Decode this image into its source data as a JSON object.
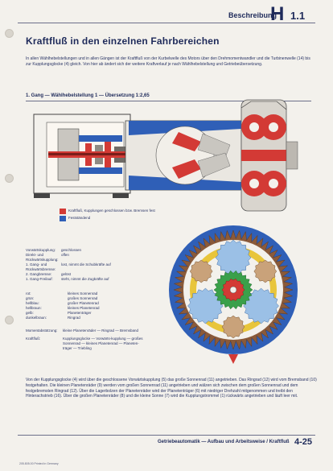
{
  "header": {
    "section": "Beschreibung",
    "letter": "H",
    "number": "1.1"
  },
  "title": "Kraftfluß in den einzelnen Fahrbereichen",
  "intro": "In allen Wählhebelstellungen und in allen Gängen ist der Kraftfluß von der Kurbelwelle des Motors über den Drehmomentwandler und die Turbinenwelle (14) bis zur Kupplungsglocke (4) gleich. Von hier ab ändert sich der weitere Kraftverlauf je nach Wählhebelstellung und Getriebeübersetzung.",
  "gear_heading": "1. Gang — Wählhebelstellung 1 — Übersetzung 1:2,65",
  "legend": [
    {
      "color": "#d33a35",
      "text": "Kraftfluß, Kupplungen geschlossen bzw. Bremsen fest"
    },
    {
      "color": "#2f5fb7",
      "text": "Festständend"
    }
  ],
  "clutch_states": [
    {
      "k": "Vorwärtskupplung:",
      "v": "geschlossen"
    },
    {
      "k": "Direkt- und Rückwärtskupplung:",
      "v": "offen"
    },
    {
      "k": "1. Gang- und Rückwärtsbremse:",
      "v": "lost, nimmt die Schubkräfte auf"
    },
    {
      "k": "2. Gangbremse:",
      "v": "gelöst"
    },
    {
      "k": "1. Gang-Freilauf:",
      "v": "steht, nimmt die Zugkräfte auf"
    }
  ],
  "color_key": [
    {
      "k": "rot:",
      "v": "kleines Sonnenrad"
    },
    {
      "k": "grün:",
      "v": "großes Sonnenrad"
    },
    {
      "k": "hellblau:",
      "v": "großer Planetenrad"
    },
    {
      "k": "hellbraun:",
      "v": "kleines Planetenrad"
    },
    {
      "k": "gelb:",
      "v": "Planetenträger"
    },
    {
      "k": "dunkelbraun:",
      "v": "Ringrad"
    }
  ],
  "flow_key": [
    {
      "k": "Momentabstützung:",
      "v": "kleine Planetenräder — Ringrad — Bremsband"
    },
    {
      "k": "Kraftfluß:",
      "v": "Kupplungsglocke — Vorwärts-kupplung — großes Sonnenrad — kleines Planetenrad — Planeten-träger — Triebling"
    }
  ],
  "body": "Von der Kupplungsglocke (4) wird über die geschlossene Vorwärtskupplung (5) das große Sonnenrad (11) angetrieben. Das Ringrad (12) wird vom Bremsband (10) festgehalten. Die kleinen Planetenräder (9) werden vom großen Sonnenrad (11) angetrieben und wälzen sich zwischen dem großen Sonnenrad und dem festgebremsten Ringrad (12). Über die Lagerbolzen der Planetenräder wird der Planetenträger (6) mit niedriger Drehzahl mitgenommen und treibt den Hinterachstrieb (16). Über die großen Planetenräder (8) und die kleine Sonne (7) wird die Kupplungstrommel (1) rückwärts angetrieben und läuft leer mit.",
  "footer": {
    "title": "Getriebeautomatik — Aufbau und Arbeitsweise / Kraftfluß",
    "page": "4-25"
  },
  "print_note": "205.805.00 Printed in Germany"
}
